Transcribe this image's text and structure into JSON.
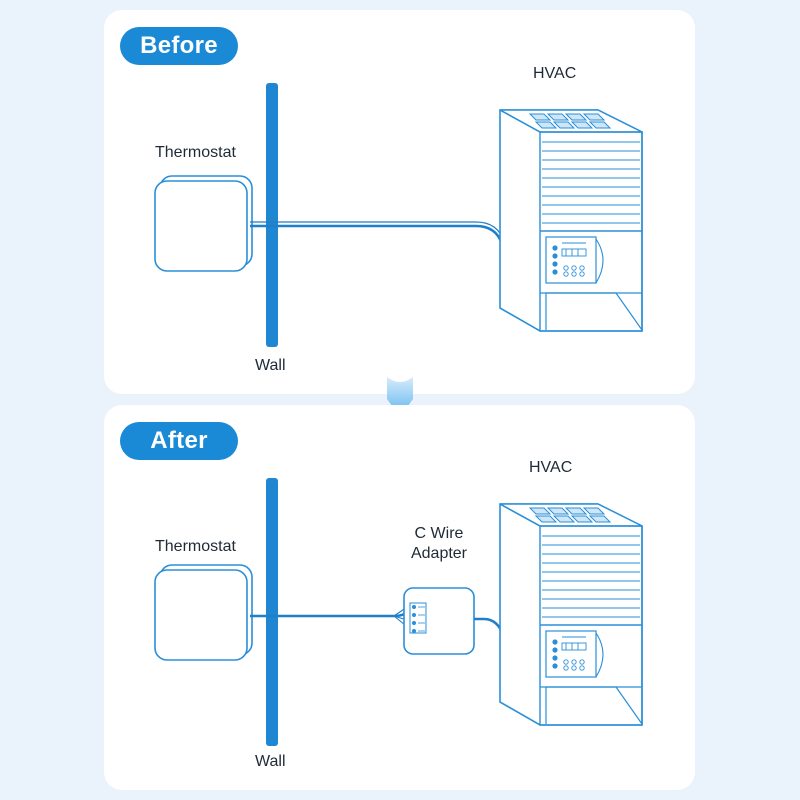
{
  "before": {
    "badge": "Before",
    "thermostat_label": "Thermostat",
    "wall_label": "Wall",
    "hvac_label": "HVAC"
  },
  "after": {
    "badge": "After",
    "thermostat_label": "Thermostat",
    "wall_label": "Wall",
    "hvac_label": "HVAC",
    "adapter_label_line1": "C Wire",
    "adapter_label_line2": "Adapter"
  },
  "colors": {
    "accent": "#1a8ad6",
    "line": "#2a8fd8",
    "wire": "#1f7fc8",
    "background": "#eaf3fc",
    "panel": "#ffffff",
    "text": "#1e2a36"
  }
}
